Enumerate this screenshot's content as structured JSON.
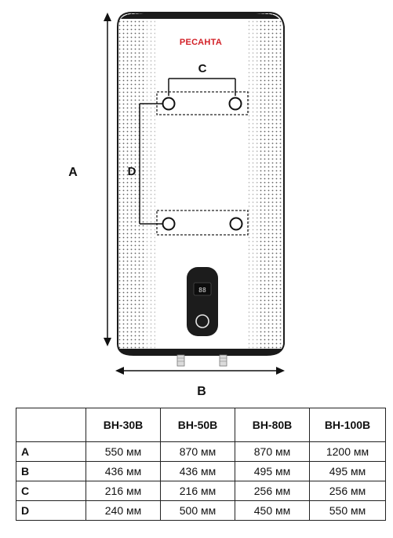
{
  "brand": "РЕСАНТА",
  "dimension_labels": {
    "A": "A",
    "B": "B",
    "C": "C",
    "D": "D"
  },
  "colors": {
    "brand": "#d21f26",
    "outline": "#1a1a1a",
    "dots": "#3a3a3a"
  },
  "icons": {
    "display": "digital-display-icon",
    "knob": "control-knob-icon"
  },
  "table": {
    "headers": [
      "",
      "ВН-30В",
      "ВН-50В",
      "ВН-80В",
      "ВН-100В"
    ],
    "rows": [
      {
        "label": "A",
        "values": [
          "550 мм",
          "870 мм",
          "870 мм",
          "1200 мм"
        ]
      },
      {
        "label": "B",
        "values": [
          "436 мм",
          "436 мм",
          "495 мм",
          "495 мм"
        ]
      },
      {
        "label": "C",
        "values": [
          "216 мм",
          "216 мм",
          "256 мм",
          "256 мм"
        ]
      },
      {
        "label": "D",
        "values": [
          "240 мм",
          "500 мм",
          "450 мм",
          "550 мм"
        ]
      }
    ]
  }
}
